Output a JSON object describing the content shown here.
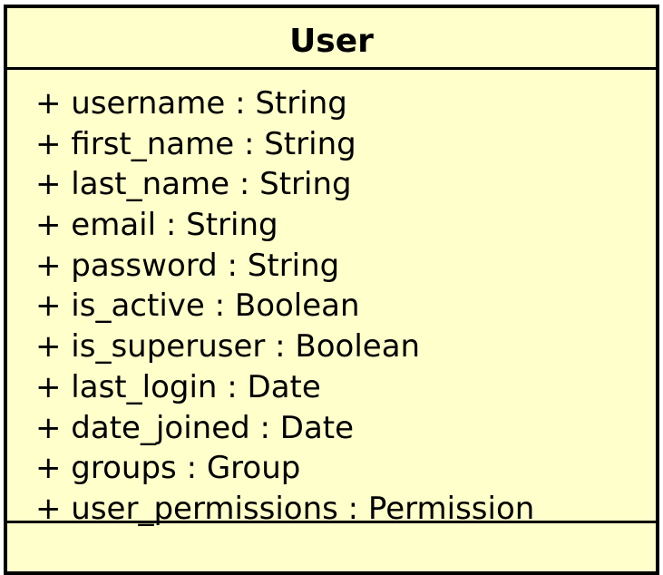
{
  "class": {
    "name": "User",
    "attributes": [
      "+ username : String",
      "+ first_name : String",
      "+ last_name : String",
      "+ email : String",
      "+ password : String",
      "+ is_active : Boolean",
      "+ is_superuser : Boolean",
      "+ last_login : Date",
      "+ date_joined : Date",
      "+ groups : Group",
      "+ user_permissions : Permission"
    ],
    "methods": []
  },
  "colors": {
    "fill": "#ffffcc",
    "stroke": "#000000",
    "text": "#000000"
  }
}
